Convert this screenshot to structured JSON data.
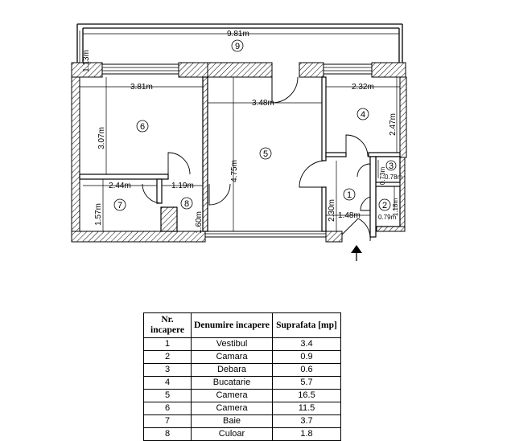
{
  "plan": {
    "dimensions": {
      "terrace_width": "9.81m",
      "terrace_depth": "1.13m",
      "r6_width": "3.81m",
      "r6_depth": "3.07m",
      "r5_width": "3.48m",
      "r5_depth": "4.75m",
      "r4_width": "2.32m",
      "r4_depth": "2.47m",
      "r7_width": "2.44m",
      "r7_depth": "1.57m",
      "r8_width": "1.19m",
      "r8_depth": "1.60m",
      "r1_width": "1.48m",
      "r1_depth": "2.30m",
      "r3_width": "0.78m",
      "r3_depth": "0.73m",
      "r2_width": "0.79m",
      "r2_depth": "1.18m"
    },
    "room_numbers": {
      "r1": "1",
      "r2": "2",
      "r3": "3",
      "r4": "4",
      "r5": "5",
      "r6": "6",
      "r7": "7",
      "r8": "8",
      "r9": "9"
    }
  },
  "table": {
    "headers": {
      "nr": "Nr. incapere",
      "name": "Denumire incapere",
      "area": "Suprafata [mp]"
    },
    "rows": [
      {
        "nr": "1",
        "name": "Vestibul",
        "area": "3.4"
      },
      {
        "nr": "2",
        "name": "Camara",
        "area": "0.9"
      },
      {
        "nr": "3",
        "name": "Debara",
        "area": "0.6"
      },
      {
        "nr": "4",
        "name": "Bucatarie",
        "area": "5.7"
      },
      {
        "nr": "5",
        "name": "Camera",
        "area": "16.5"
      },
      {
        "nr": "6",
        "name": "Camera",
        "area": "11.5"
      },
      {
        "nr": "7",
        "name": "Baie",
        "area": "3.7"
      },
      {
        "nr": "8",
        "name": "Culoar",
        "area": "1.8"
      }
    ]
  }
}
